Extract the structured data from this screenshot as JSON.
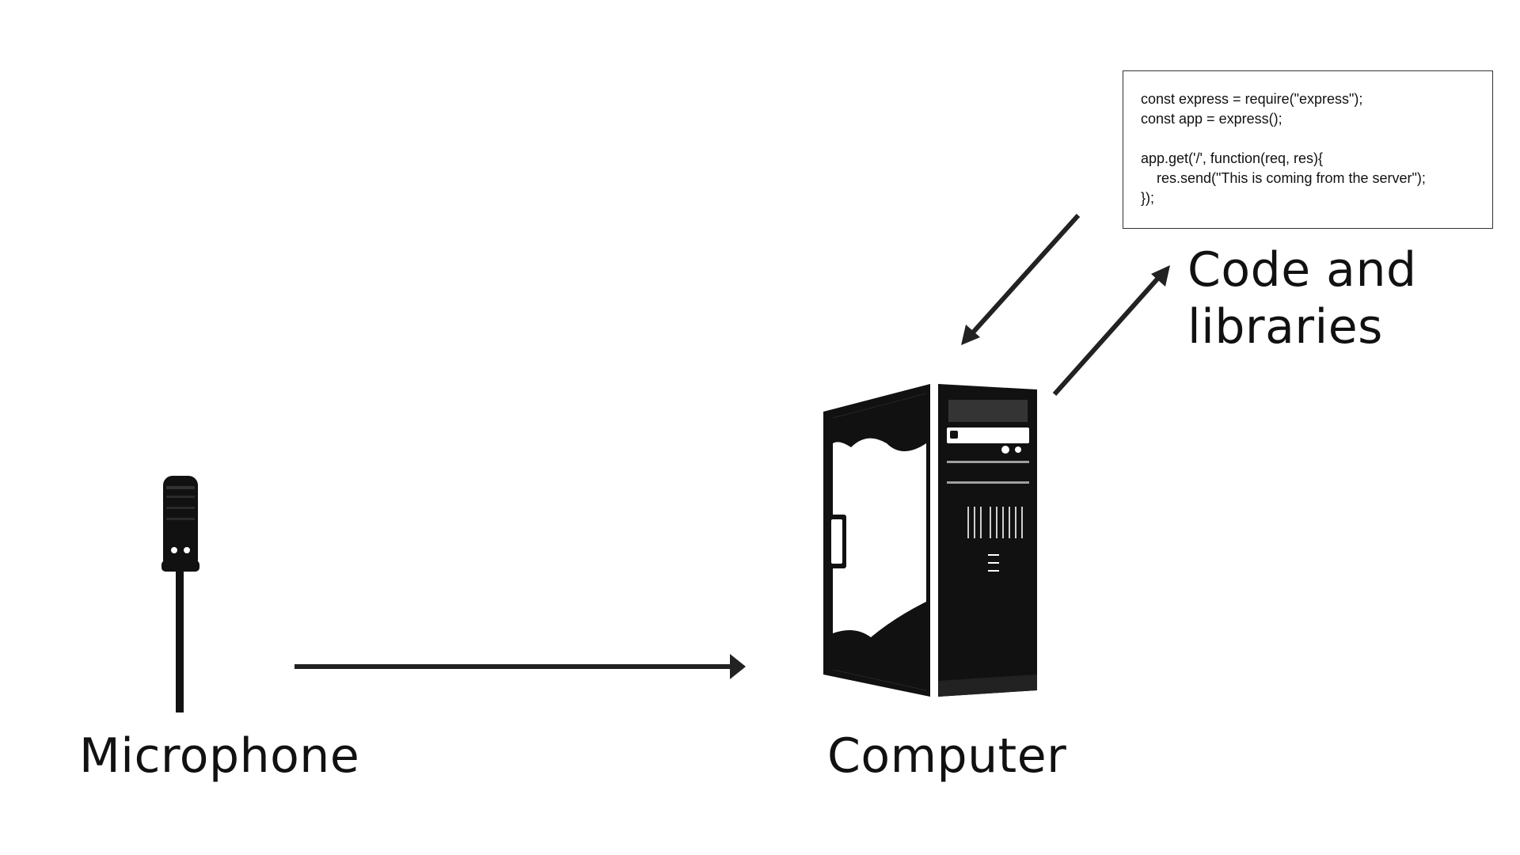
{
  "labels": {
    "microphone": "Microphone",
    "computer": "Computer",
    "code_line1": "Code and",
    "code_line2": "libraries"
  },
  "code_snippet": {
    "lines": [
      "const express = require(\"express\");",
      "const app = express();",
      "",
      "app.get('/', function(req, res){",
      "    res.send(\"This is coming from the server\");",
      "});"
    ]
  },
  "icons": {
    "microphone": "microphone-icon",
    "computer": "computer-tower-icon"
  },
  "colors": {
    "ink": "#111111",
    "arrow": "#222222",
    "background": "#ffffff"
  }
}
